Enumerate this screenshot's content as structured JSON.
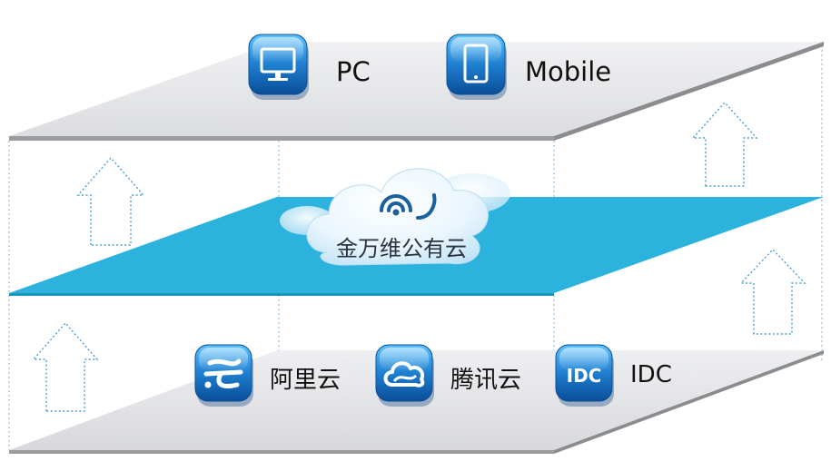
{
  "top_layer": {
    "items": [
      {
        "label": "PC",
        "icon": "monitor-icon"
      },
      {
        "label": "Mobile",
        "icon": "tablet-icon"
      }
    ]
  },
  "middle_layer": {
    "cloud_label": "金万维公有云",
    "icon": "cloud-wifi-icon"
  },
  "bottom_layer": {
    "items": [
      {
        "label": "阿里云",
        "icon": "aliyun-icon"
      },
      {
        "label": "腾讯云",
        "icon": "tencent-cloud-icon"
      },
      {
        "label": "IDC",
        "icon": "idc-icon",
        "icon_text": "IDC"
      }
    ]
  },
  "colors": {
    "plane_gray": "#e3e4e6",
    "plane_edge": "#9a9c9e",
    "cloud_plane": "#2bb3dd",
    "arrow_dot": "#4a9fd8",
    "icon_blue": "#1f7fd0",
    "icon_dark": "#0a4e98"
  }
}
